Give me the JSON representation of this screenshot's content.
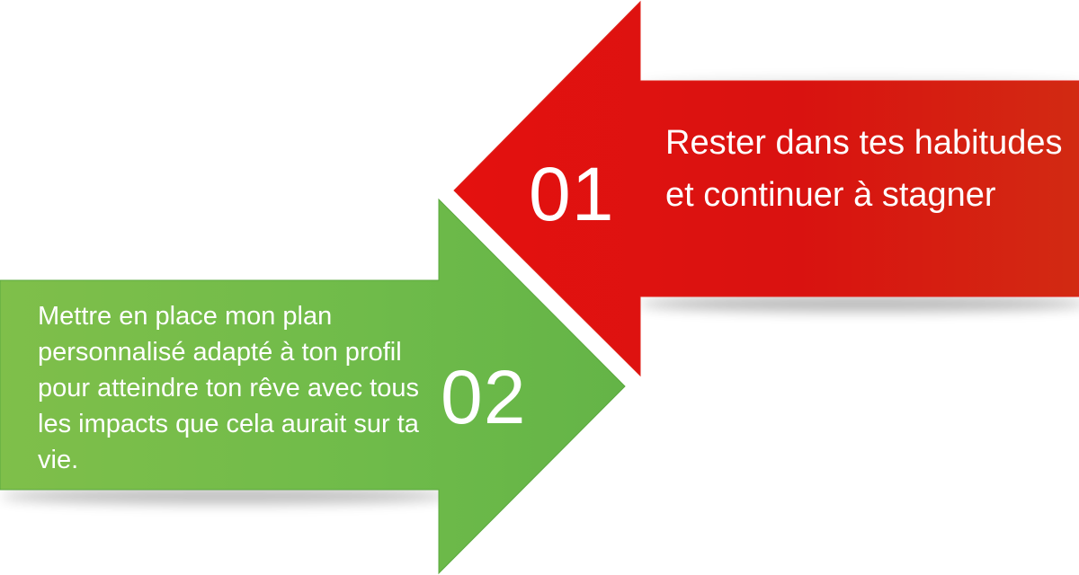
{
  "steps": [
    {
      "number": "01",
      "text": "Rester dans tes habitudes et continuer à stagner",
      "direction": "left",
      "color": "#d9120f"
    },
    {
      "number": "02",
      "text": "Mettre en place mon plan personnalisé adapté à ton profil pour atteindre ton rêve avec tous les impacts que cela aurait sur ta vie.",
      "direction": "right",
      "color": "#6ebb4a"
    }
  ]
}
